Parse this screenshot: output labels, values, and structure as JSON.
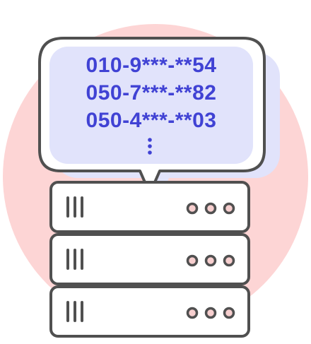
{
  "illustration": {
    "colors": {
      "background_circle": "#fdd5d5",
      "bubble_fill": "#e1e3fb",
      "bubble_shadow": "#e1e3fb",
      "outline": "#505050",
      "text": "#4042d4",
      "server_fill": "#ffffff",
      "led_fill": "#f7cfcf"
    },
    "bubble": {
      "lines": [
        "010-9***-**54",
        "050-7***-**82",
        "050-4***-**03"
      ],
      "more_indicator": "⋮"
    },
    "servers": [
      {
        "name": "server-unit-top",
        "vents": 3,
        "leds": 3
      },
      {
        "name": "server-unit-middle",
        "vents": 3,
        "leds": 3
      },
      {
        "name": "server-unit-bottom",
        "vents": 3,
        "leds": 3
      }
    ]
  }
}
